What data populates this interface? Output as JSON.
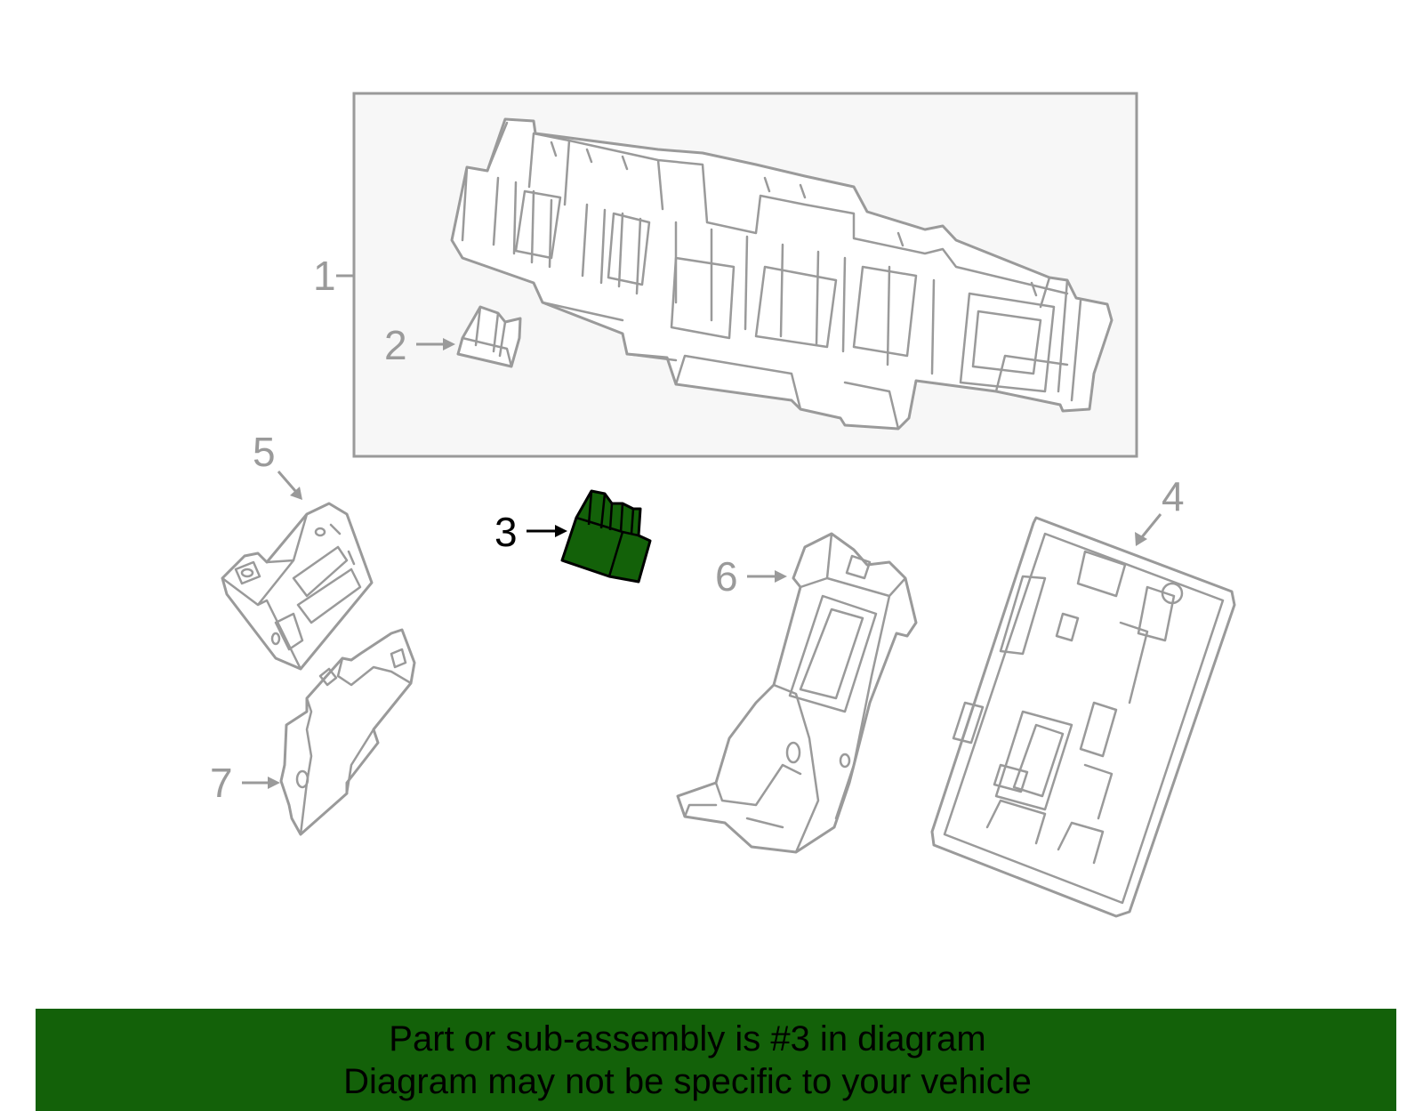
{
  "diagram": {
    "callouts": [
      {
        "number": "1",
        "highlighted": false
      },
      {
        "number": "2",
        "highlighted": false
      },
      {
        "number": "3",
        "highlighted": true
      },
      {
        "number": "4",
        "highlighted": false
      },
      {
        "number": "5",
        "highlighted": false
      },
      {
        "number": "6",
        "highlighted": false
      },
      {
        "number": "7",
        "highlighted": false
      }
    ]
  },
  "banner": {
    "line1": "Part or sub-assembly is #3 in diagram",
    "line2": "Diagram may not be specific to your vehicle"
  },
  "colors": {
    "highlight": "#136109",
    "banner_bg": "#136109",
    "line_art": "#9a9a9a",
    "inset_bg": "#f7f7f7"
  }
}
